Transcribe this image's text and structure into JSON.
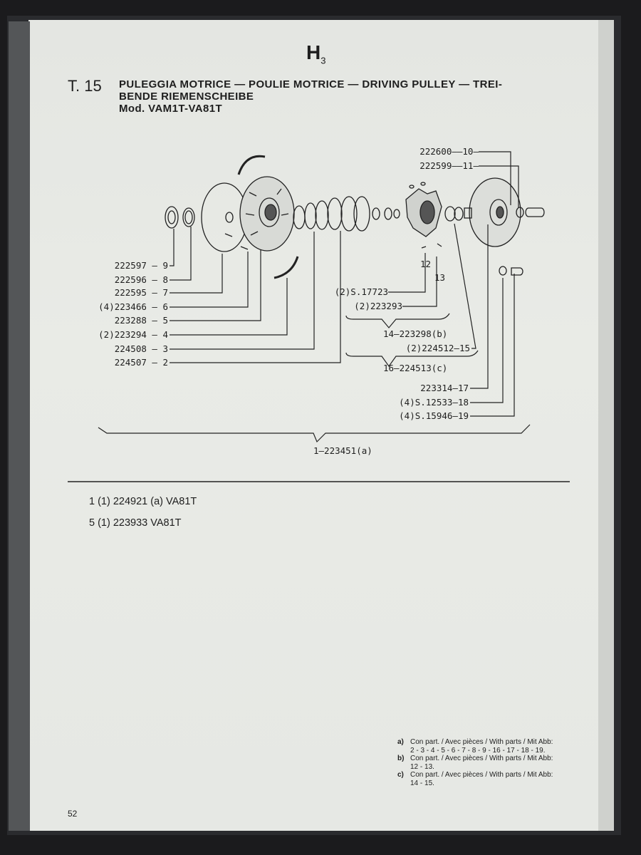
{
  "page": {
    "section": "H",
    "section_sub": "3",
    "table_number": "T. 15",
    "title_line1": "PULEGGIA MOTRICE — POULIE MOTRICE — DRIVING PULLEY — TREI-",
    "title_line2": "BENDE RIEMENSCHEIBE",
    "model": "Mod. VAM1T-VA81T",
    "page_number": "52"
  },
  "diagram": {
    "right_top_labels": [
      "222600——10—",
      "222599——11—"
    ],
    "left_labels": [
      "222597 – 9",
      "222596 – 8",
      "222595 – 7",
      "(4)223466 – 6",
      "223288 – 5",
      "(2)223294 – 4",
      "224508 – 3",
      "224507 – 2"
    ],
    "center_labels": {
      "n12": "12",
      "n13": "13",
      "s17723": "(2)S.17723",
      "p223293": "(2)223293",
      "p14": "14—223298(b)",
      "p15": "(2)224512—15",
      "p16": "16—224513(c)",
      "p17": "223314—17",
      "p18": "(4)S.12533–18",
      "p19": "(4)S.15946–19",
      "p1": "1—223451(a)"
    }
  },
  "variants": [
    "1 (1) 224921 (a) VA81T",
    "5 (1) 223933 VA81T"
  ],
  "footnotes": [
    {
      "key": "a)",
      "text": "Con part. / Avec pièces / With parts / Mit Abb:",
      "parts": "2 - 3 - 4 - 5 - 6 - 7 - 8 - 9 - 16 - 17 - 18 - 19."
    },
    {
      "key": "b)",
      "text": "Con part. / Avec pièces / With parts / Mit Abb:",
      "parts": "12 - 13."
    },
    {
      "key": "c)",
      "text": "Con part. / Avec pièces / With parts / Mit Abb:",
      "parts": "14 - 15."
    }
  ]
}
